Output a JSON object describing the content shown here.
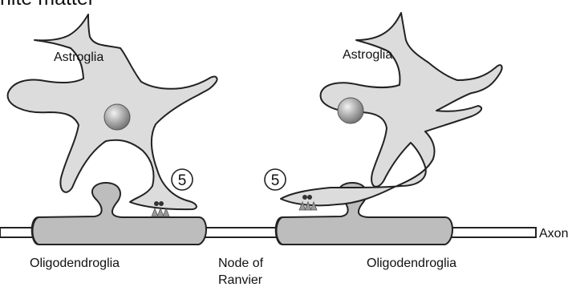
{
  "header_fragment": "nite matter",
  "labels": {
    "astroglia_left": "Astroglia",
    "astroglia_right": "Astroglia",
    "marker_left": "5",
    "marker_right": "5",
    "oligodendroglia_left": "Oligodendroglia",
    "oligodendroglia_right": "Oligodendroglia",
    "node_line1": "Node of",
    "node_line2": "Ranvier",
    "axon": "Axon"
  },
  "colors": {
    "cell_fill": "#dcdcdc",
    "myelin_fill": "#bdbdbd",
    "outline": "#222222",
    "axon_fill": "#ffffff"
  }
}
